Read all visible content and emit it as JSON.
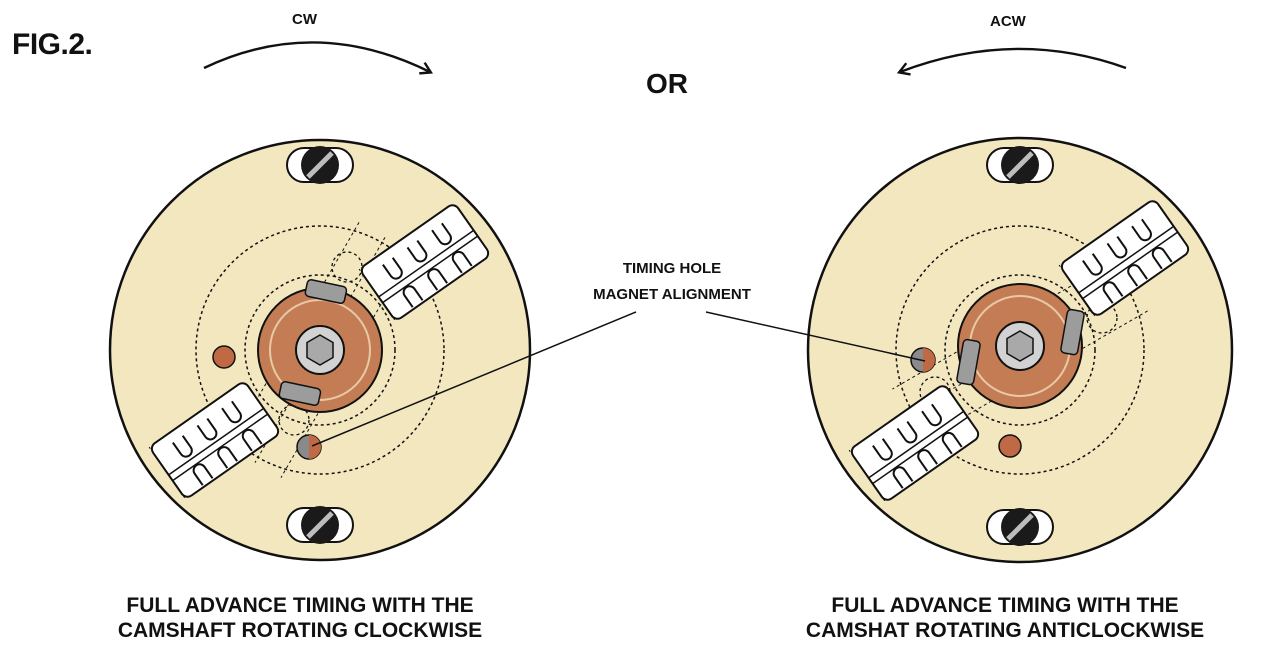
{
  "figure_label": "FIG.2.",
  "or_label": "OR",
  "left": {
    "direction_label": "CW",
    "caption_line1": "FULL ADVANCE TIMING WITH THE",
    "caption_line2": "CAMSHAFT ROTATING CLOCKWISE"
  },
  "right": {
    "direction_label": "ACW",
    "caption_line1": "FULL ADVANCE TIMING WITH THE",
    "caption_line2": "CAMSHAT ROTATING ANTICLOCKWISE"
  },
  "callout": {
    "line1": "TIMING HOLE",
    "line2": "MAGNET ALIGNMENT"
  },
  "colors": {
    "plate": "#f3e7bf",
    "rotor": "#c47c55",
    "rotor_ring": "#e8c9a5",
    "magnet": "#9c9c9c",
    "shaft": "#c8c8c8",
    "screw": "#1a1a1a",
    "pin": "#c06a45",
    "timing_mark": "#8a8a8a"
  }
}
